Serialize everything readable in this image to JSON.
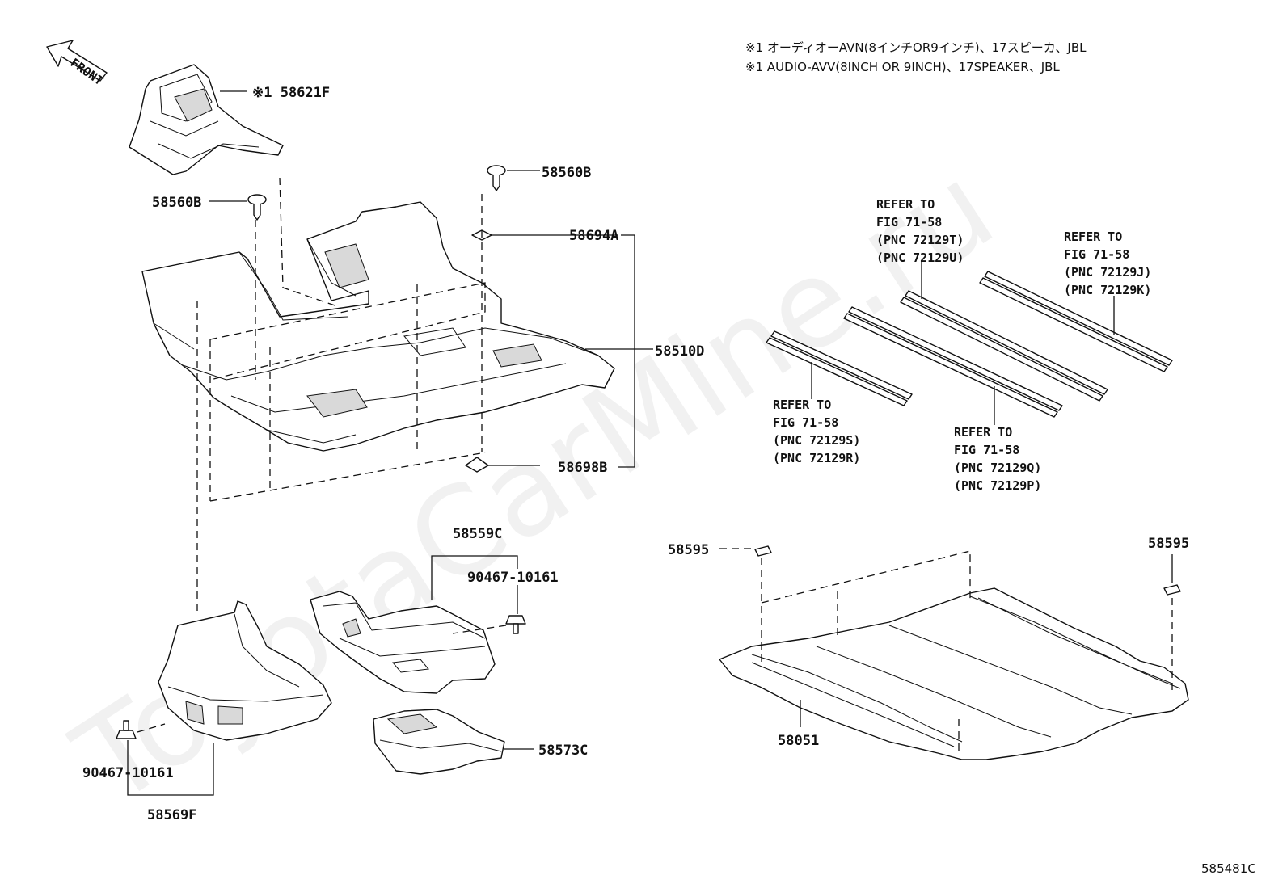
{
  "watermark": "ToyotaCarMine.ru",
  "notes": [
    "※1 オーディオーAVN(8インチOR9インチ)、17スピーカ、JBL",
    "※1 AUDIO-AVV(8INCH OR 9INCH)、17SPEAKER、JBL"
  ],
  "front_label": "FRONT",
  "parts": {
    "p58621F": "※1 58621F",
    "p58560B_top": "58560B",
    "p58560B_left": "58560B",
    "p58694A": "58694A",
    "p58510D": "58510D",
    "p58698B": "58698B",
    "p58559C": "58559C",
    "p90467_right": "90467-10161",
    "p90467_left": "90467-10161",
    "p58569F": "58569F",
    "p58573C": "58573C",
    "p58595_left": "58595",
    "p58595_right": "58595",
    "p58051": "58051"
  },
  "refer_blocks": {
    "a": [
      "REFER TO",
      "FIG 71-58",
      "(PNC 72129T)",
      "(PNC 72129U)"
    ],
    "b": [
      "REFER TO",
      "FIG 71-58",
      "(PNC 72129J)",
      "(PNC 72129K)"
    ],
    "c": [
      "REFER TO",
      "FIG 71-58",
      "(PNC 72129S)",
      "(PNC 72129R)"
    ],
    "d": [
      "REFER TO",
      "FIG 71-58",
      "(PNC 72129Q)",
      "(PNC 72129P)"
    ]
  },
  "figure_code": "585481C"
}
